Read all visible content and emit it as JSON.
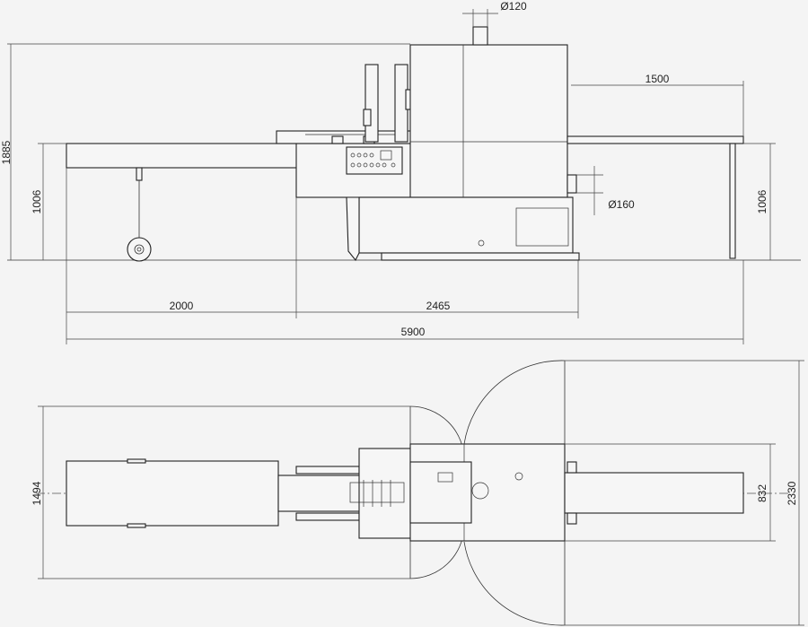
{
  "dimensions": {
    "side_view": {
      "overall_height": "1885",
      "left_table_height": "1006",
      "right_table_height": "1006",
      "outfeed_length": "1500",
      "exhaust_top_diameter": "Ø120",
      "exhaust_side_diameter": "Ø160",
      "infeed_length": "2000",
      "machine_length": "2465",
      "total_length": "5900"
    },
    "top_view": {
      "swing_width": "1494",
      "table_width": "832",
      "total_depth": "2330"
    }
  },
  "colors": {
    "background": "#f4f4f4",
    "line": "#222222"
  }
}
